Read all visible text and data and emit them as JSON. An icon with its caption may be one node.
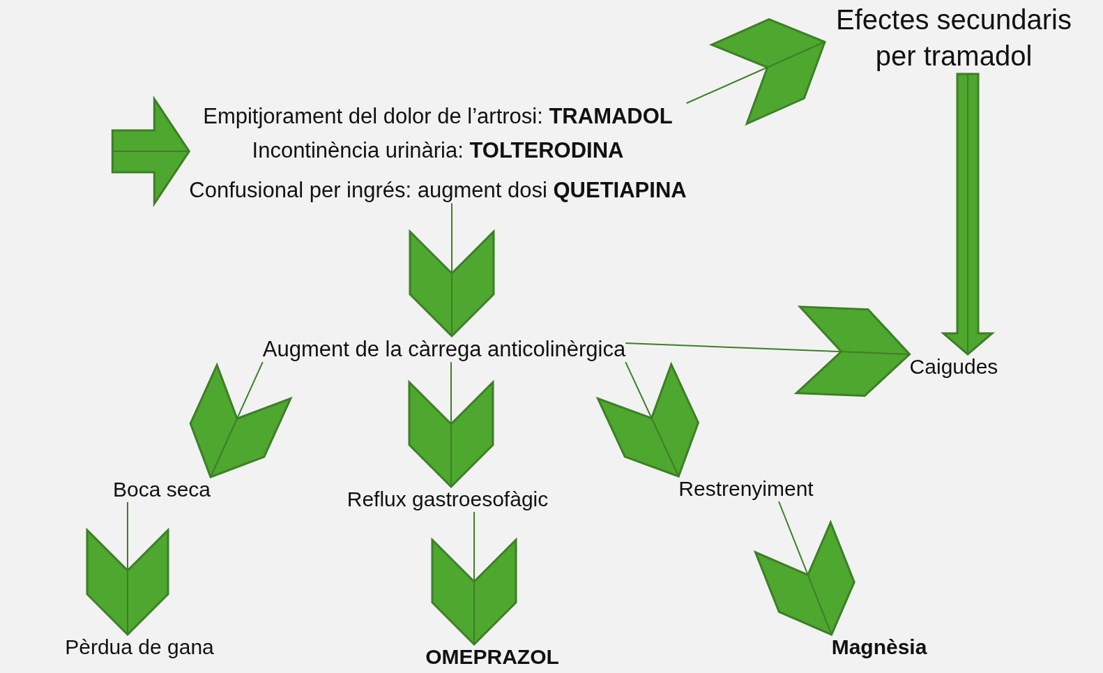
{
  "diagram": {
    "nodes": [
      {
        "text": [
          "Empitjorament del dolor de l’artrosi: **TRAMADOL**",
          "Incontinència urinària: **TOLTERODINA**",
          "Confusional per ingrés: augment dosi **QUETIAPINA**"
        ]
      },
      {
        "text": [
          "Efectes secundaris per tramadol"
        ]
      },
      {
        "text": [
          "Caigudes"
        ]
      },
      {
        "text": [
          "Augment de la càrrega anticolinèrgica"
        ]
      },
      {
        "text": [
          "Boca seca"
        ]
      },
      {
        "text": [
          "Reflux gastroesofàgic"
        ]
      },
      {
        "text": [
          "Restrenyiment"
        ]
      },
      {
        "text": [
          "Pèrdua de gana"
        ]
      },
      {
        "text": [
          "OMEPRAZOL"
        ]
      },
      {
        "text": [
          "Magnèsia"
        ]
      }
    ],
    "edges": [
      {
        "from": null,
        "to": 0,
        "arrow": "to"
      },
      {
        "from": 0,
        "to": 1,
        "arrow": "to"
      },
      {
        "from": 1,
        "to": 2,
        "arrow": "to"
      },
      {
        "from": 0,
        "to": 3,
        "arrow": "to"
      },
      {
        "from": 3,
        "to": 2,
        "arrow": "to"
      },
      {
        "from": 3,
        "to": 4,
        "arrow": "to"
      },
      {
        "from": 3,
        "to": 5,
        "arrow": "to"
      },
      {
        "from": 3,
        "to": 6,
        "arrow": "to"
      },
      {
        "from": 4,
        "to": 7,
        "arrow": "to"
      },
      {
        "from": 5,
        "to": 8,
        "arrow": "to"
      },
      {
        "from": 6,
        "to": 9,
        "arrow": "to"
      }
    ]
  }
}
